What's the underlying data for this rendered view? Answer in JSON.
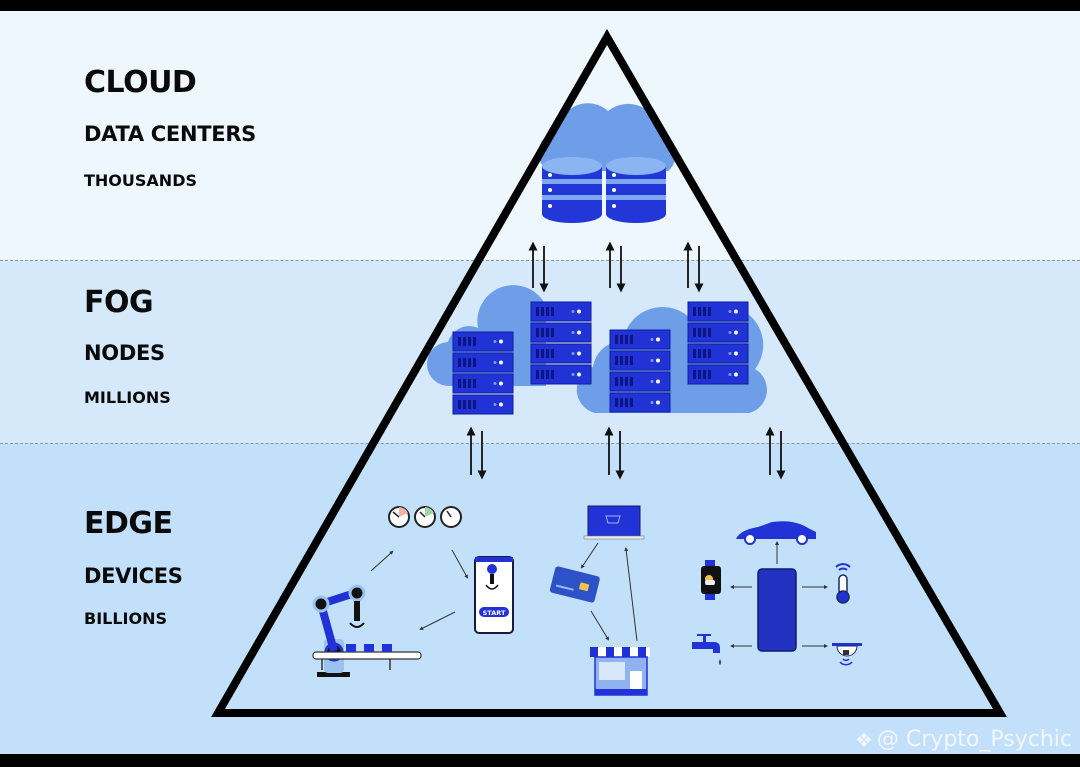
{
  "tiers": [
    {
      "id": "cloud",
      "title": "CLOUD",
      "subtitle": "DATA CENTERS",
      "count": "THOUSANDS"
    },
    {
      "id": "fog",
      "title": "FOG",
      "subtitle": "NODES",
      "count": "MILLIONS"
    },
    {
      "id": "edge",
      "title": "EDGE",
      "subtitle": "DEVICES",
      "count": "BILLIONS"
    }
  ],
  "edge_app": {
    "phone_button": "START"
  },
  "watermark": {
    "icon": "binance-diamond-icon",
    "text": "@ Crypto_Psychic"
  },
  "colors": {
    "cloud_band": "#eef6fe",
    "fog_band": "#d6e9fb",
    "edge_band": "#c3e0fb",
    "device_blue": "#1f2fd4",
    "cloud_blue": "#6a9ae8",
    "triangle": "#000000"
  }
}
